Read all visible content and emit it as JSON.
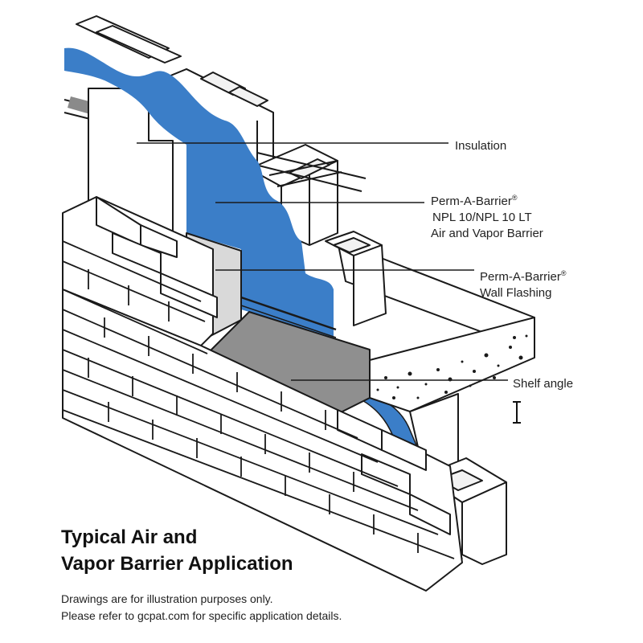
{
  "callouts": {
    "insulation": "Insulation",
    "barrier_line1": "Perm-A-Barrier",
    "barrier_mark": "®",
    "barrier_line2": "NPL 10/NPL 10 LT",
    "barrier_line3": "Air and Vapor Barrier",
    "flashing_line1": "Perm-A-Barrier",
    "flashing_mark": "®",
    "flashing_line2": "Wall Flashing",
    "shelf_angle": "Shelf angle"
  },
  "title": {
    "line1": "Typical Air and",
    "line2": "Vapor Barrier Application"
  },
  "disclaimer": {
    "line1": "Drawings are for illustration purposes only.",
    "line2": "Please refer to gcpat.com for specific application details."
  },
  "colors": {
    "barrier_blue": "#3b7ec8",
    "flashing_grey": "#d9d9d9",
    "shelf_angle_grey": "#8f8f8f",
    "line": "#1a1a1a"
  },
  "icons": {
    "cursor": "text-cursor-icon"
  }
}
